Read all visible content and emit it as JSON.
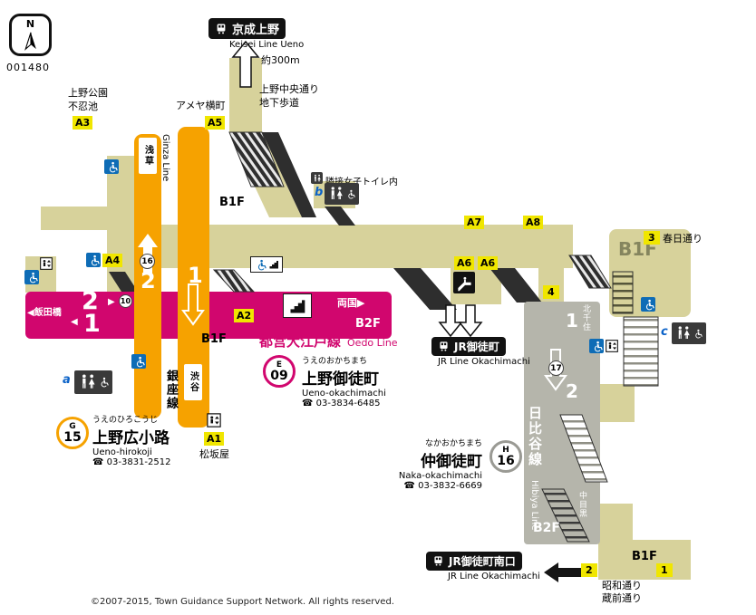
{
  "meta": {
    "map_code": "001480",
    "compass_label": "N",
    "copyright": "©2007-2015, Town Guidance Support Network. All rights reserved."
  },
  "landmarks": {
    "keisei_ueno": {
      "name": "京成上野",
      "name_en": "Keisei Line Ueno",
      "distance": "約300m"
    },
    "jr_okachimachi": {
      "name": "JR御徒町",
      "name_en": "JR Line Okachimachi"
    },
    "jr_okachimachi_south": {
      "name": "JR御徒町南口",
      "name_en": "JR Line Okachimachi"
    },
    "ueno_park": "上野公園",
    "shinobazu_pond": "不忍池",
    "ameyoko": "アメヤ横町",
    "ueno_chuo_dori": "上野中央通り",
    "underground_walkway": "地下歩道",
    "kasuga_dori": "春日通り",
    "matsuzakaya": "松坂屋",
    "showa_dori": "昭和通り",
    "kuramae_dori": "蔵前通り",
    "adjacent_toilet_note": "隣接女子トイレ内"
  },
  "exits": {
    "a1": "A1",
    "a2": "A2",
    "a3": "A3",
    "a4": "A4",
    "a5": "A5",
    "a6": "A6",
    "a7": "A7",
    "a8": "A8",
    "n1": "1",
    "n2": "2",
    "n3": "3",
    "n4": "4"
  },
  "floors": {
    "b1f": "B1F",
    "b2f": "B2F"
  },
  "lines": {
    "oedo": {
      "title": "都営大江戸線",
      "title_en": "Oedo Line",
      "platform_upper": "2",
      "platform_lower": "1",
      "dir_left": "◀飯田橋",
      "dir_right": "両国▶",
      "arrow_right": "▶",
      "arrow_left": "◀",
      "next_station_no": "10",
      "floor": "B2F"
    },
    "ginza": {
      "name": "銀座線",
      "name_en": "Ginza Line",
      "platform_left": "2",
      "platform_right": "1",
      "dir_top": "浅草",
      "dir_bottom": "渋谷",
      "next_station_no": "16"
    },
    "hibiya": {
      "name": "日比谷線",
      "name_en": "Hibiya Line",
      "platform_upper": "1",
      "platform_lower": "2",
      "dir_top": "北千住",
      "dir_bottom": "中目黒",
      "next_station_no": "17",
      "floor": "B2F"
    }
  },
  "stations": {
    "ueno_okachimachi": {
      "symbol": "E",
      "number": "09",
      "kana": "うえのおかちまち",
      "name": "上野御徒町",
      "romaji": "Ueno-okachimachi",
      "tel": "☎ 03-3834-6485"
    },
    "ueno_hirokoji": {
      "symbol": "G",
      "number": "15",
      "kana": "うえのひろこうじ",
      "name": "上野広小路",
      "romaji": "Ueno-hirokoji",
      "tel": "☎ 03-3831-2512"
    },
    "naka_okachimachi": {
      "symbol": "H",
      "number": "16",
      "kana": "なかおかちまち",
      "name": "仲御徒町",
      "romaji": "Naka-okachimachi",
      "tel": "☎ 03-3832-6669"
    }
  },
  "toilets": {
    "a": "a",
    "b": "b",
    "c": "c"
  }
}
